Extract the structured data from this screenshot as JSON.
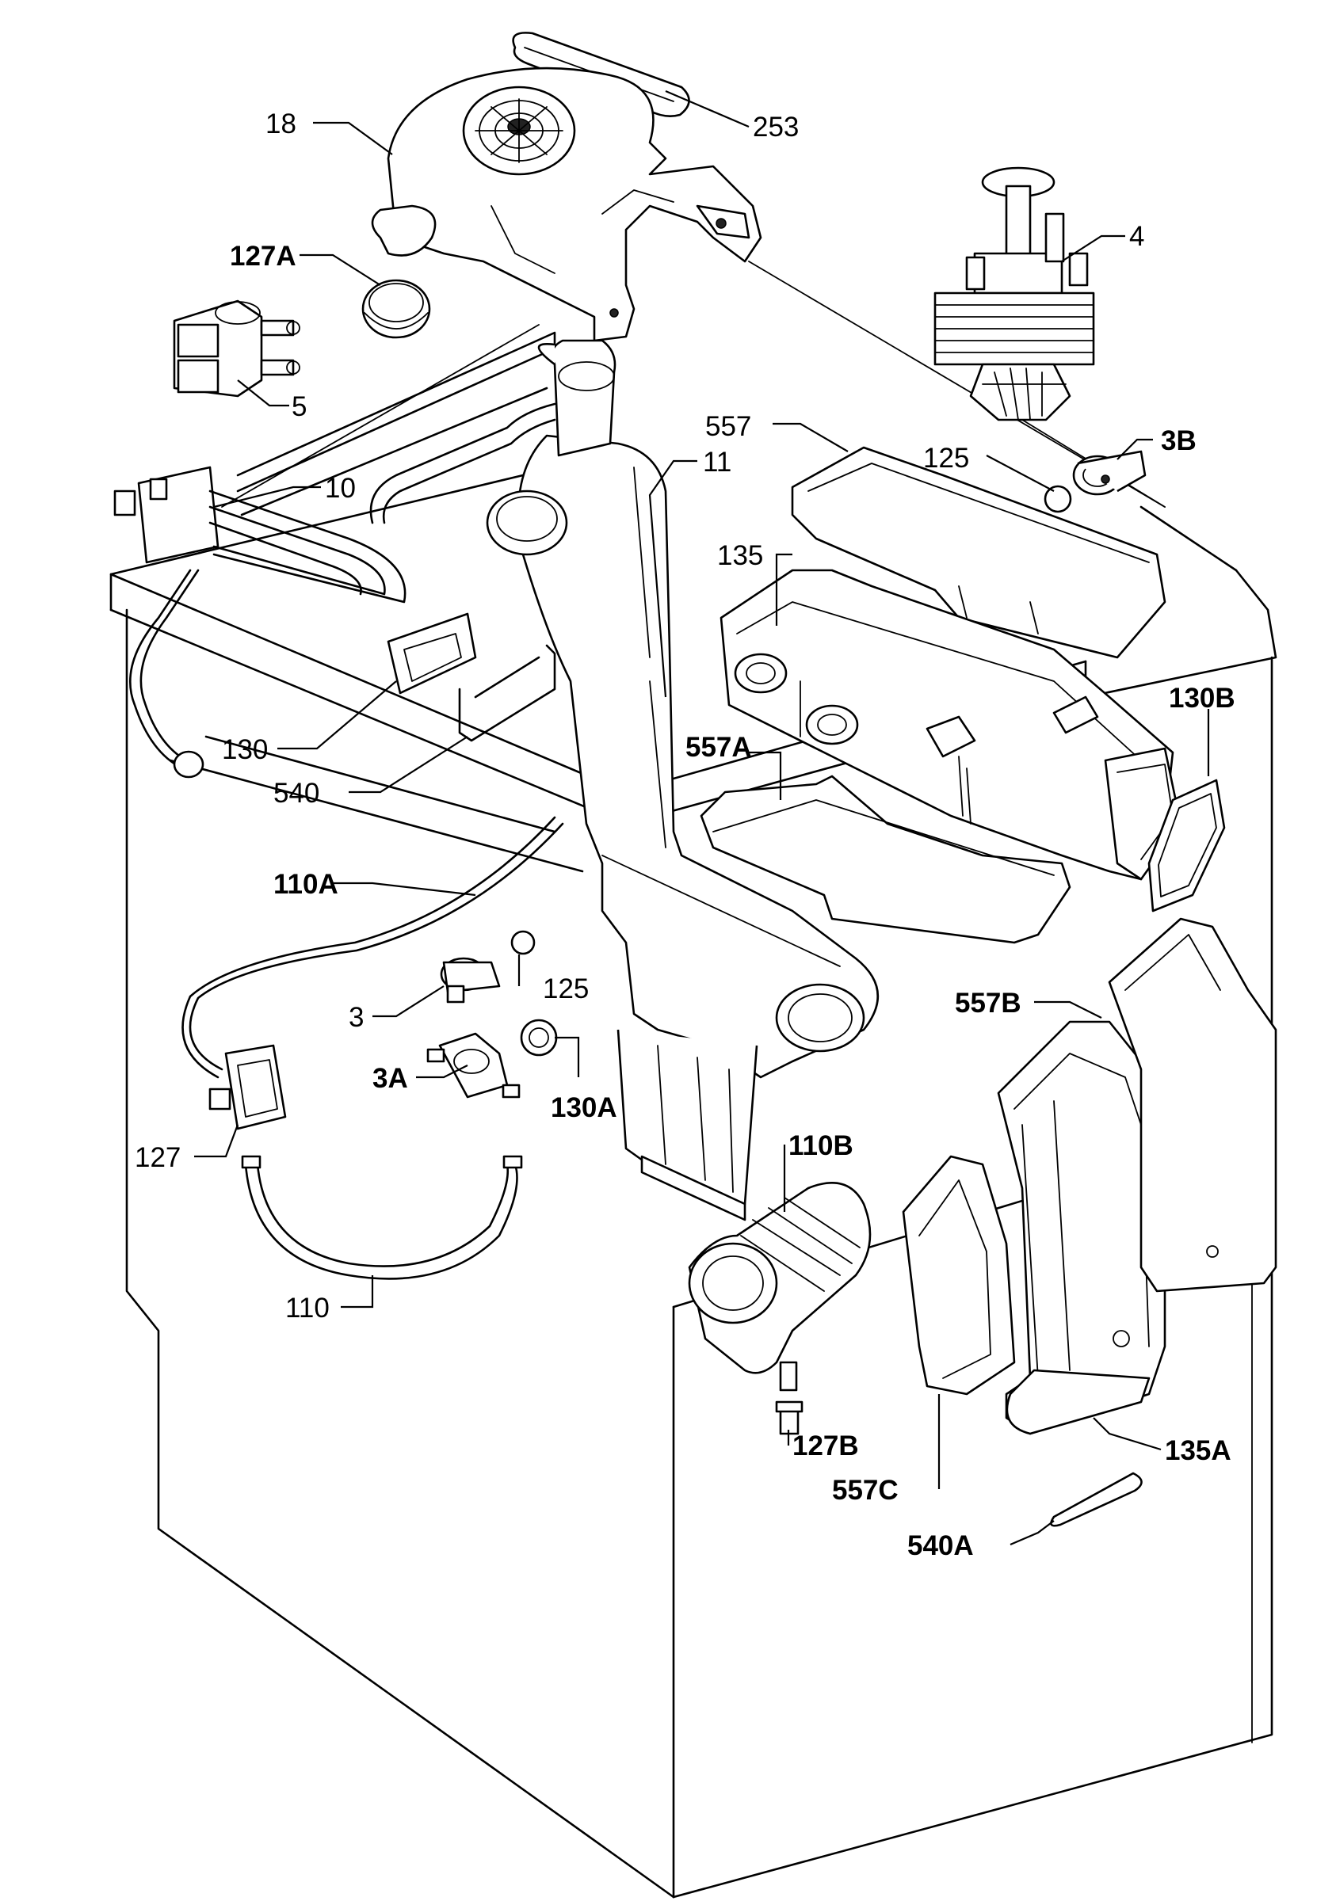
{
  "labels": {
    "p18": "18",
    "p253": "253",
    "p127A": "127A",
    "p4": "4",
    "p5": "5",
    "p557": "557",
    "p3B": "3B",
    "p125a": "125",
    "p10": "10",
    "p11": "11",
    "p135": "135",
    "p130B": "130B",
    "p130": "130",
    "p557A": "557A",
    "p540": "540",
    "p110A": "110A",
    "p125b": "125",
    "p3": "3",
    "p557B": "557B",
    "p3A": "3A",
    "p130A": "130A",
    "p127": "127",
    "p110B": "110B",
    "p110": "110",
    "p127B": "127B",
    "p135A": "135A",
    "p557C": "557C",
    "p540A": "540A"
  }
}
